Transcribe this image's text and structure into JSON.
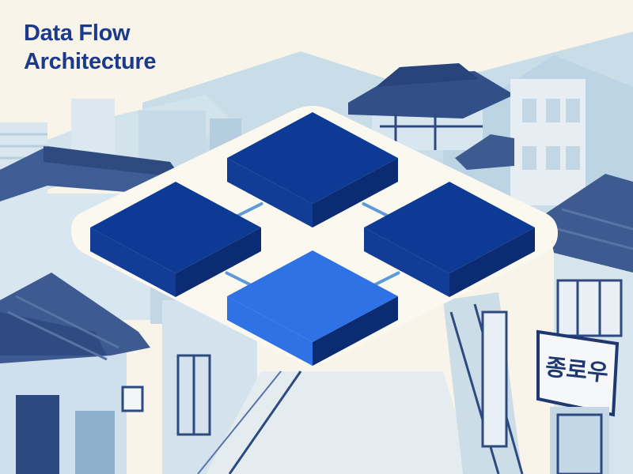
{
  "diagram": {
    "title_line1": "Data Flow",
    "title_line2": "Architecture",
    "nodes": [
      {
        "id": "top"
      },
      {
        "id": "left"
      },
      {
        "id": "right"
      },
      {
        "id": "bottom"
      }
    ],
    "connectors": [
      {
        "from": "left",
        "to": "top"
      },
      {
        "from": "top",
        "to": "right"
      },
      {
        "from": "left",
        "to": "bottom"
      },
      {
        "from": "bottom",
        "to": "right"
      }
    ]
  },
  "scene": {
    "shop_sign": "종로우"
  },
  "colors": {
    "background": "#f8f4ea",
    "title": "#1b3a8c",
    "block_top_dark": "#0d3a94",
    "block_top_bright": "#2f72e6",
    "block_side_dark": "#0b2c73",
    "block_side_mid": "#123d96",
    "connector": "#5d9ad8",
    "roof": "#3e5b91",
    "wall": "#cfe0ec",
    "sky_mountain": "#b9d4e4"
  }
}
